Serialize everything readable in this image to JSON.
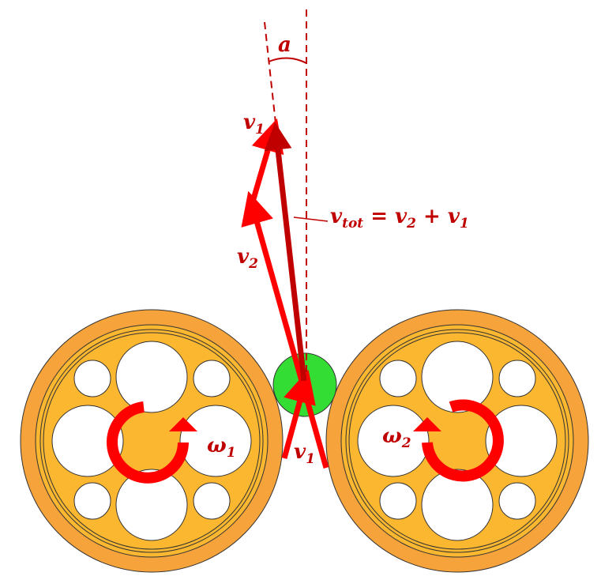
{
  "colors": {
    "wheel_outer": "#f5a33a",
    "wheel_inner": "#fbb730",
    "ball": "#33dd33",
    "arrow_red": "#ff0000",
    "arrow_dark": "#c00000",
    "label": "#c00000",
    "hole": "#ffffff"
  },
  "labels": {
    "angle": "a",
    "v1_top": {
      "base": "v",
      "sub": "1"
    },
    "v2": {
      "base": "v",
      "sub": "2"
    },
    "v1_bottom": {
      "base": "v",
      "sub": "1"
    },
    "omega1": {
      "base": "ω",
      "sub": "1"
    },
    "omega2": {
      "base": "ω",
      "sub": "2"
    },
    "vtot": {
      "base": "v",
      "sub": "tot",
      "rest": " = v",
      "sub2": "2",
      "rest2": " + v",
      "sub3": "1"
    }
  }
}
